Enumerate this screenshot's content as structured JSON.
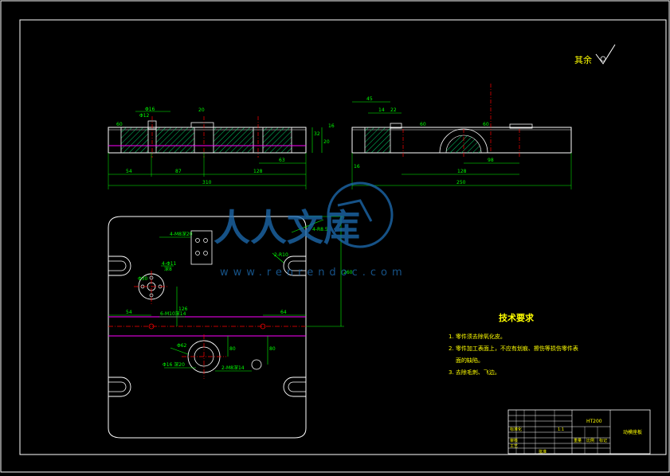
{
  "roughness_note": {
    "label": "其余",
    "symbol": "√"
  },
  "front_view_dims": {
    "d_top1": "Φ16",
    "d_top2": "Φ12",
    "d_top3": "20",
    "d_left": "60",
    "d_h1": "32",
    "d_h2": "20",
    "d_h3": "16",
    "d_b1": "54",
    "d_b2": "87",
    "d_b3": "128",
    "d_b4": "63",
    "d_overall": "310"
  },
  "side_view_dims": {
    "d_top": "45",
    "d_mid1": "14",
    "d_mid2": "22",
    "d_left": "16",
    "d_c1": "60",
    "d_c2": "60",
    "d_b1": "128",
    "d_b2": "98",
    "d_overall": "250"
  },
  "plan_view_dims": {
    "hole_pattern": "4-M8深20",
    "hole_pattern2": "4-Φ11",
    "hole_depth": "深8",
    "hole_center": "Φ30",
    "thread_left": "6-M10深14",
    "dim_left": "54",
    "dim_right": "64",
    "dim_height": "260",
    "dim_v1": "126",
    "dim_v2": "80",
    "dim_v3": "80",
    "dim_rt": "4-R8.5",
    "dim_slot": "2-R10",
    "bore": "Φ62",
    "bore2": "Φ16 深20",
    "hole_m": "2-M8深14"
  },
  "tech_requirements": {
    "title": "技术要求",
    "items": [
      "1. 零件须去除氧化皮。",
      "2. 零件加工表面上，不应有划痕、擦伤等损伤零件表",
      "面的缺陷。",
      "3. 去除毛刺、飞边。"
    ]
  },
  "title_block": {
    "part_name": "动模座板",
    "material": "HT200",
    "scale": "1:1",
    "label_design": "标准化",
    "label_audit": "审核",
    "label_process": "工艺",
    "label_approve": "批准",
    "label_weight": "重量",
    "label_ratio": "比例",
    "label_mark": "标记"
  },
  "watermark": {
    "cn": "人人文库",
    "url": "www.renrendoc.com"
  },
  "colors": {
    "background": "#000000",
    "outline": "#ffffff",
    "dimension": "#00ff00",
    "hatch": "#00ff00",
    "center": "#ff0000",
    "hidden": "#ff00ff",
    "watermark": "#1e6eb4"
  }
}
